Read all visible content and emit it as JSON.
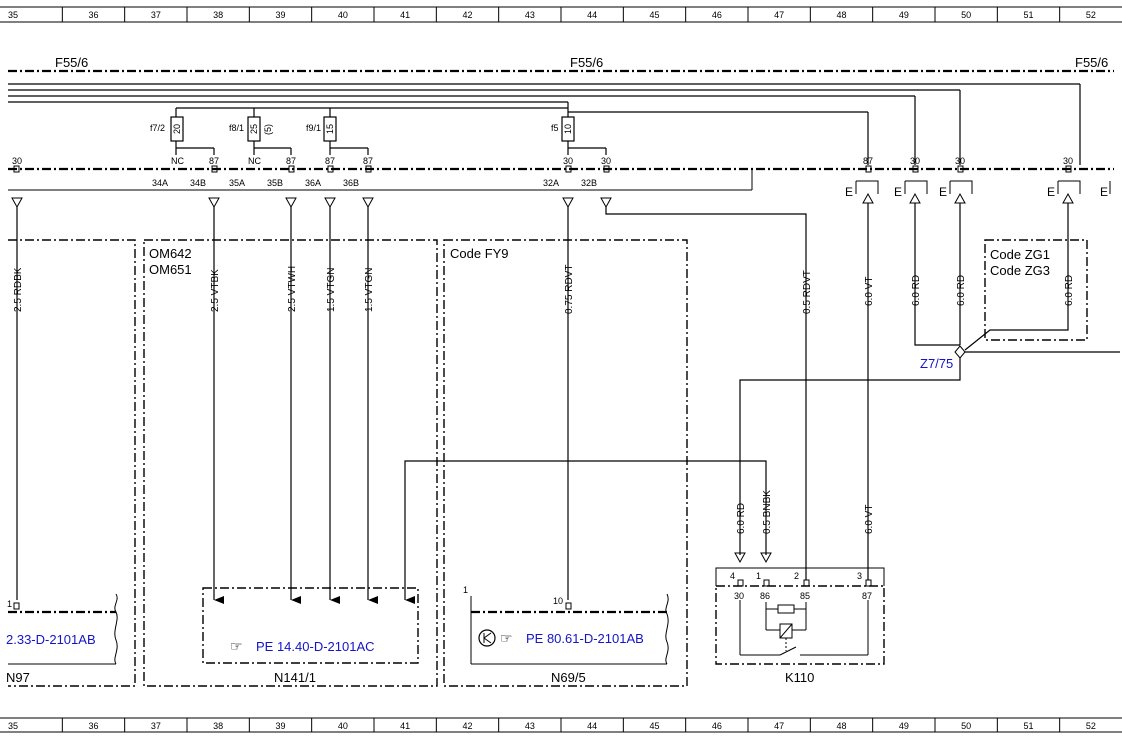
{
  "grid": {
    "columns": [
      "35",
      "36",
      "37",
      "38",
      "39",
      "40",
      "41",
      "42",
      "43",
      "44",
      "45",
      "46",
      "47",
      "48",
      "49",
      "50",
      "51",
      "52"
    ]
  },
  "bus": {
    "labels": [
      "F55/6",
      "F55/6",
      "F55/6"
    ]
  },
  "fuses": [
    {
      "name": "f7/2",
      "rating": "20",
      "note": ""
    },
    {
      "name": "f8/1",
      "rating": "25",
      "note": "(5)"
    },
    {
      "name": "f9/1",
      "rating": "15",
      "note": ""
    },
    {
      "name": "f5",
      "rating": "10",
      "note": ""
    }
  ],
  "pins_top": [
    "30",
    "NC",
    "87",
    "NC",
    "87",
    "87",
    "87",
    "30",
    "30",
    "87",
    "30",
    "30",
    "30"
  ],
  "pins_bottom": [
    "34A",
    "34B",
    "35A",
    "35B",
    "36A",
    "36B",
    "32A",
    "32B"
  ],
  "ground_labels": [
    "E",
    "E",
    "E",
    "E"
  ],
  "wires": [
    {
      "label": "2.5 RDBK"
    },
    {
      "label": "2.5 VTBK"
    },
    {
      "label": "2.5 VTWH"
    },
    {
      "label": "1.5 VTGN"
    },
    {
      "label": "1.5 VTGN"
    },
    {
      "label": "0.75 RDVT"
    },
    {
      "label": "0.5 RDVT"
    },
    {
      "label": "6.0 VT"
    },
    {
      "label": "6.0 RD"
    },
    {
      "label": "6.0 RD"
    },
    {
      "label": "6.0 RD"
    },
    {
      "label": "6.0 RD"
    },
    {
      "label": "0.5 BNBK"
    },
    {
      "label": "6.0 VT"
    }
  ],
  "zones": {
    "om": {
      "line1": "OM642",
      "line2": "OM651"
    },
    "fy9": "Code FY9",
    "zg": {
      "line1": "Code ZG1",
      "line2": "Code ZG3"
    }
  },
  "splice": "Z7/75",
  "components": [
    {
      "name": "N97",
      "ref": "2.33-D-2101AB",
      "pin": "1"
    },
    {
      "name": "N141/1",
      "ref": "PE 14.40-D-2101AC"
    },
    {
      "name": "N69/5",
      "ref": "PE 80.61-D-2101AB",
      "pin": "10",
      "corner": "1"
    },
    {
      "name": "K110",
      "pins_outer": [
        "4",
        "1",
        "2",
        "3"
      ],
      "pins_inner": [
        "30",
        "86",
        "85",
        "87"
      ]
    }
  ],
  "colors": {
    "line": "#000000",
    "link": "#1414c8"
  }
}
